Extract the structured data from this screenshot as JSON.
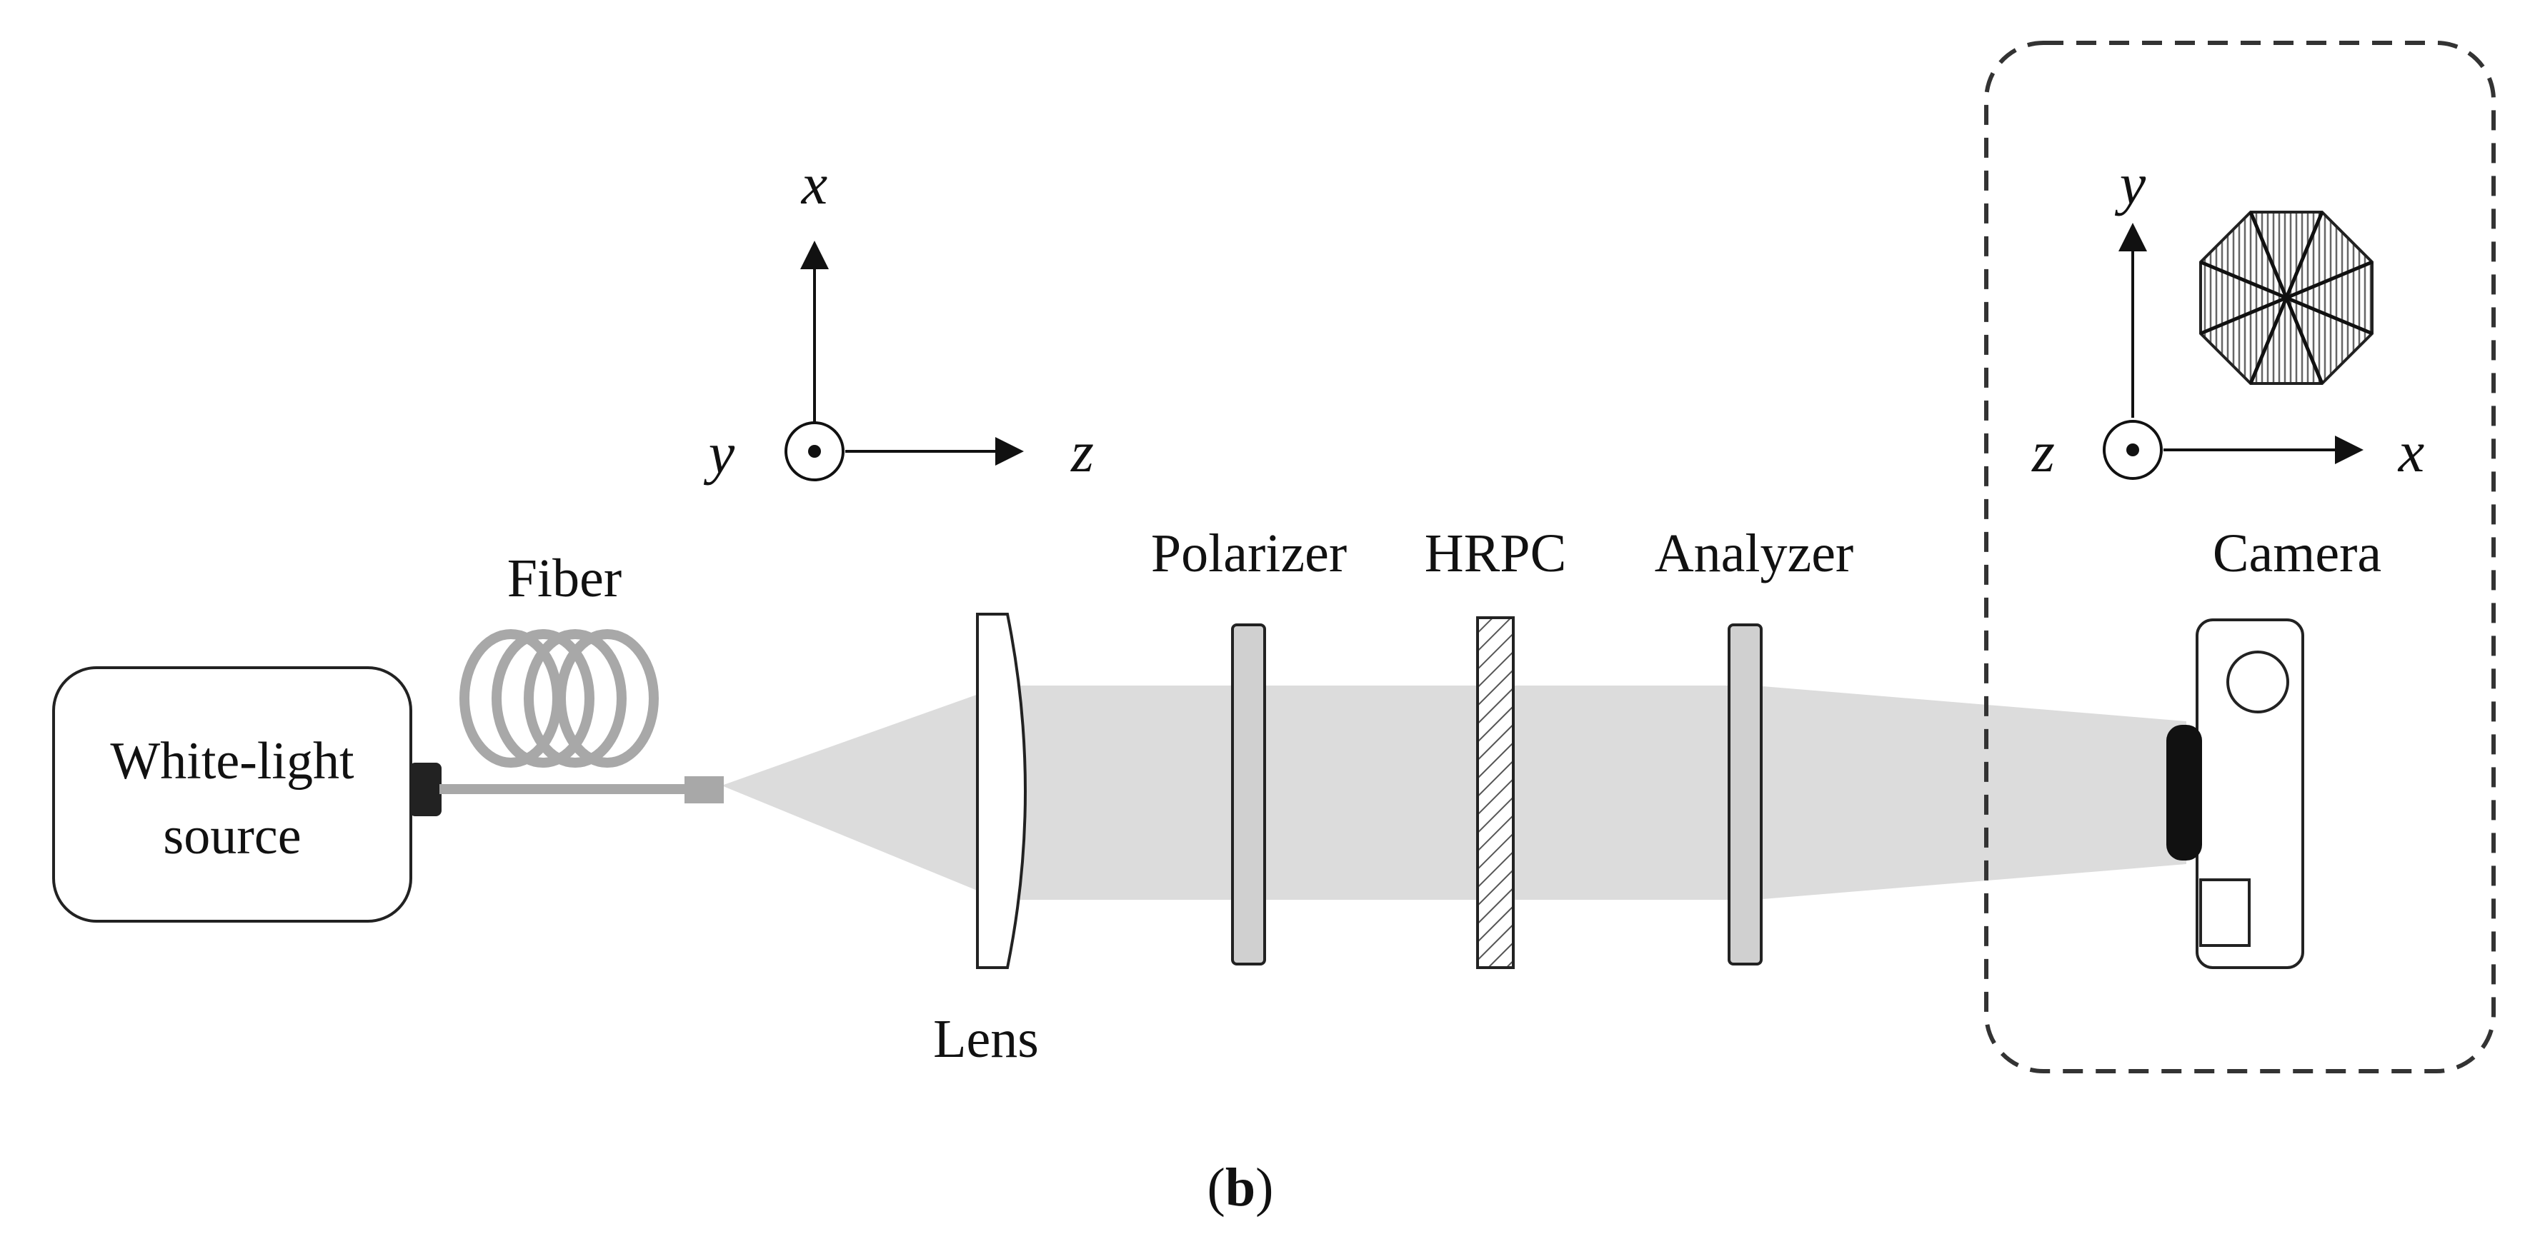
{
  "labels": {
    "source_line1": "White-light",
    "source_line2": "source",
    "fiber": "Fiber",
    "lens": "Lens",
    "polarizer": "Polarizer",
    "hrpc": "HRPC",
    "analyzer": "Analyzer",
    "camera": "Camera",
    "caption_open": "(",
    "caption_letter": "b",
    "caption_close": ")"
  },
  "axes_left": {
    "x": "x",
    "y": "y",
    "z": "z"
  },
  "axes_right": {
    "y": "y",
    "z": "z",
    "x": "x"
  },
  "colors": {
    "beam": "#dcdcdc",
    "fiber": "#a8a8a8",
    "element_fill": "#d0d0d0",
    "outline": "#222222",
    "dashed_box": "#333333"
  }
}
